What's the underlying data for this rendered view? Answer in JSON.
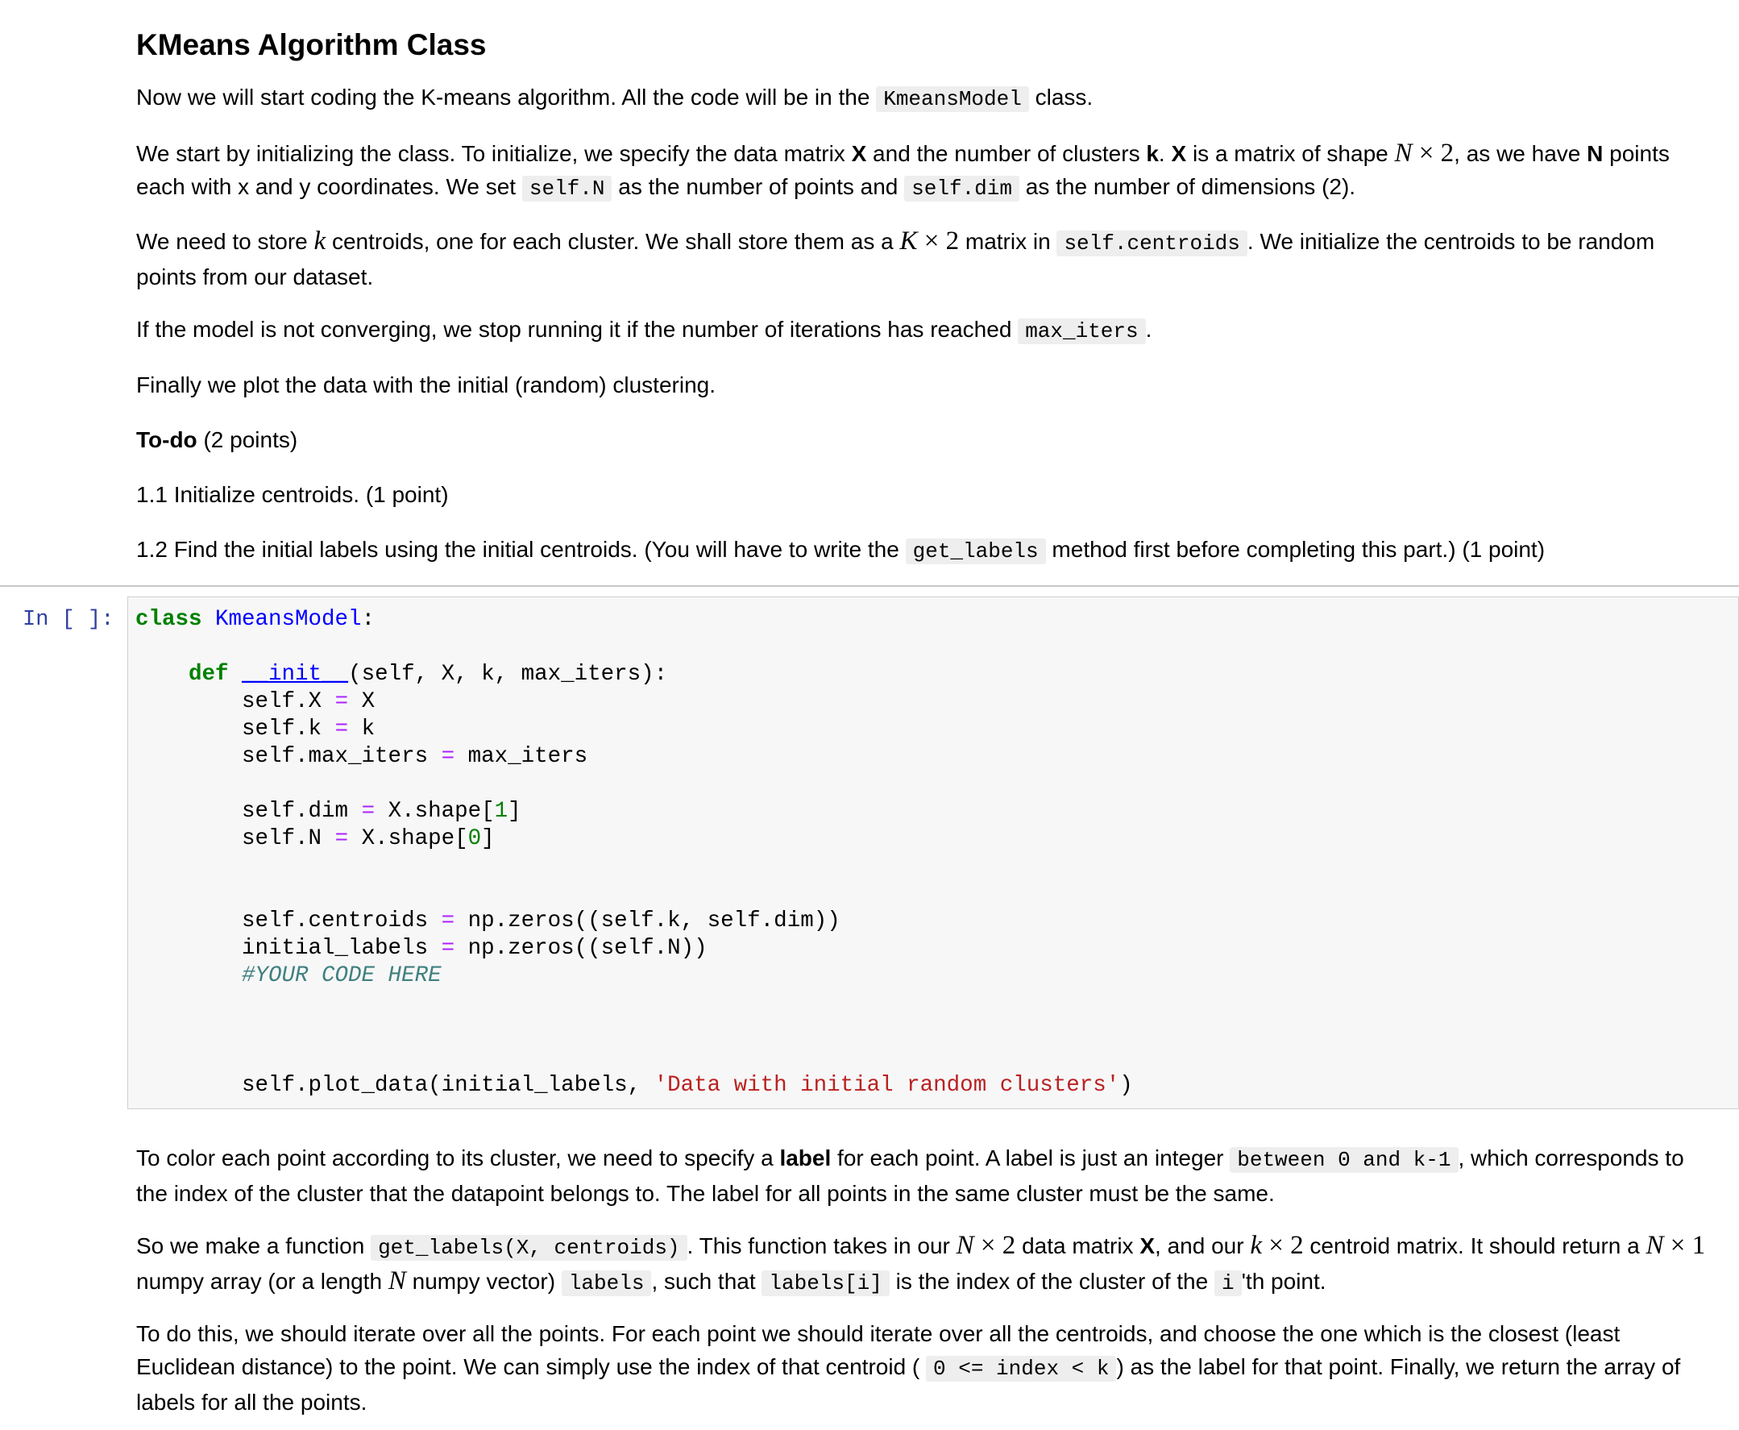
{
  "header": {
    "title": "KMeans Algorithm Class"
  },
  "intro": {
    "p1a": "Now we will start coding the K-means algorithm. All the code will be in the",
    "p1_code": "KmeansModel",
    "p1b": "class.",
    "p2a": "We start by initializing the class. To initialize, we specify the data matrix",
    "p2_X": "X",
    "p2b": "and the number of clusters",
    "p2_k": "k",
    "p2c": ".",
    "p2_X2": "X",
    "p2d": "is a matrix of shape",
    "p2_math_a": "N",
    "p2_math_b": "× 2",
    "p2e": ", as we have",
    "p2_N": "N",
    "p2f": "points each with x and y coordinates. We set",
    "p2_code1": "self.N",
    "p2g": "as the number of points and",
    "p2_code2": "self.dim",
    "p2h": "as the number of dimensions (2).",
    "p3a": "We need to store",
    "p3_k": "k",
    "p3b": "centroids, one for each cluster. We shall store them as a",
    "p3_math_a": "K",
    "p3_math_b": "× 2",
    "p3c": "matrix in",
    "p3_code": "self.centroids",
    "p3d": ". We initialize the centroids to be random points from our dataset.",
    "p4a": "If the model is not converging, we stop running it if the number of iterations has reached",
    "p4_code": "max_iters",
    "p4b": ".",
    "p5": "Finally we plot the data with the initial (random) clustering.",
    "todo_bold": "To-do",
    "todo_rest": "(2 points)",
    "item1": "1.1 Initialize centroids. (1 point)",
    "item2a": "1.2 Find the initial labels using the initial centroids. (You will have to write the",
    "item2_code": "get_labels",
    "item2b": "method first before completing this part.) (1 point)"
  },
  "cell": {
    "prompt": "In [ ]:",
    "code": {
      "l1_kw": "class",
      "l1_name": "KmeansModel",
      "l1_rest": ":",
      "l3_kw": "def",
      "l3_fn": "__init__",
      "l3_rest": "(self, X, k, max_iters):",
      "l4a": "self.X",
      "l4b": "X",
      "l5a": "self.k",
      "l5b": "k",
      "l6a": "self.max_iters",
      "l6b": "max_iters",
      "l8a": "self.dim",
      "l8b": "X.shape[",
      "l8n": "1",
      "l8c": "]",
      "l9a": "self.N",
      "l9b": "X.shape[",
      "l9n": "0",
      "l9c": "]",
      "l12a": "self.centroids",
      "l12b": "np.zeros((self.k, self.dim))",
      "l13a": "initial_labels",
      "l13b": "np.zeros((self.N))",
      "l14": "#YOUR CODE HERE",
      "l18a": "self.plot_data(initial_labels, ",
      "l18s": "'Data with initial random clusters'",
      "l18b": ")",
      "eq": "="
    }
  },
  "labels_section": {
    "p1a": "To color each point according to its cluster, we need to specify a",
    "p1_bold": "label",
    "p1b": "for each point. A label is just an integer",
    "p1_code": "between 0 and k-1",
    "p1c": ", which corresponds to the index of the cluster that the datapoint belongs to. The label for all points in the same cluster must be the same.",
    "p2a": "So we make a function",
    "p2_code1": "get_labels(X, centroids)",
    "p2b": ". This function takes in our",
    "p2_math1a": "N",
    "p2_math1b": "× 2",
    "p2c": "data matrix",
    "p2_bold": "X",
    "p2d": ", and our",
    "p2_math2a": "k",
    "p2_math2b": "× 2",
    "p2e": "centroid matrix. It should return a",
    "p2_math3a": "N",
    "p2_math3b": "× 1",
    "p2f": "numpy array (or a length",
    "p2_math4": "N",
    "p2g": "numpy vector)",
    "p2_code2": "labels",
    "p2h": ", such that",
    "p2_code3": "labels[i]",
    "p2i": "is the index of the cluster of the",
    "p2_code4": "i",
    "p2j": "'th point.",
    "p3a": "To do this, we should iterate over all the points. For each point we should iterate over all the centroids, and choose the one which is the closest (least Euclidean distance) to the point. We can simply use the index of that centroid (",
    "p3_code": "0 <= index < k",
    "p3b": ") as the label for that point. Finally, we return the array of labels for all the points."
  }
}
